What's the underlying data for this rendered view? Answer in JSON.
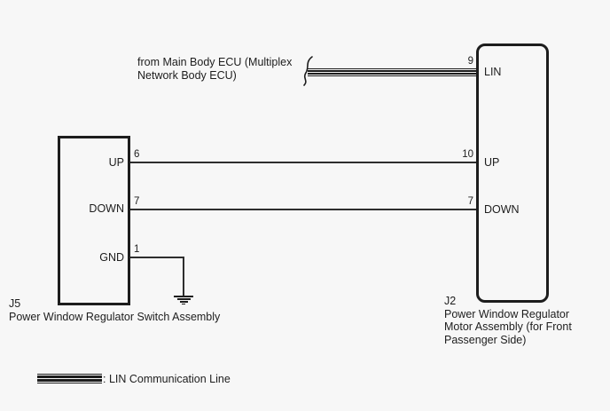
{
  "diagram": {
    "source_note": {
      "line1": "from Main Body ECU (Multiplex",
      "line2": "Network Body ECU)"
    },
    "switch_assembly": {
      "id": "J5",
      "name": "Power Window Regulator Switch Assembly",
      "pins": [
        {
          "label": "UP",
          "number": "6"
        },
        {
          "label": "DOWN",
          "number": "7"
        },
        {
          "label": "GND",
          "number": "1"
        }
      ]
    },
    "motor_assembly": {
      "id": "J2",
      "name_lines": [
        "Power Window Regulator",
        "Motor Assembly (for Front",
        "Passenger Side)"
      ],
      "pins": [
        {
          "label": "LIN",
          "number": "9"
        },
        {
          "label": "UP",
          "number": "10"
        },
        {
          "label": "DOWN",
          "number": "7"
        }
      ]
    },
    "legend": {
      "text": ": LIN Communication Line"
    },
    "colors": {
      "background": "#f7f7f7",
      "line": "#1d1d1d",
      "wire": "#2e2e2e"
    }
  }
}
